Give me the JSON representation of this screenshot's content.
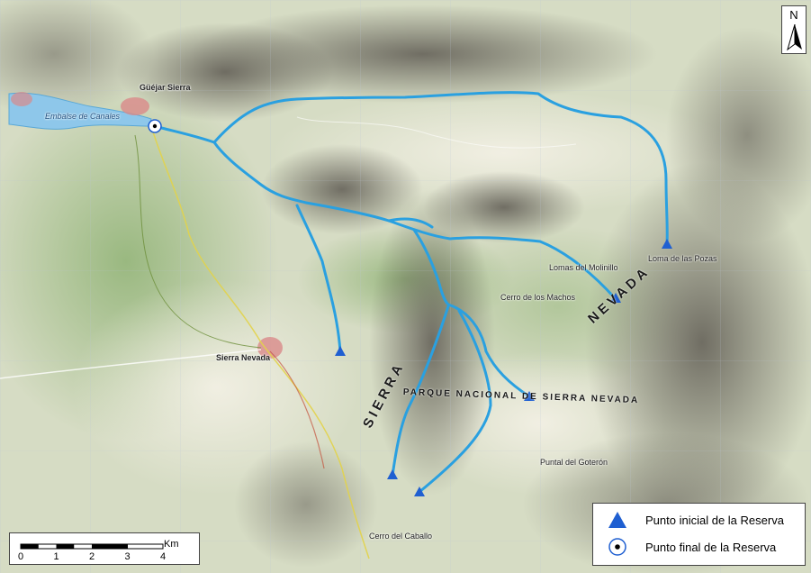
{
  "map": {
    "big_labels": [
      "SIERRA",
      "NEVADA",
      "PARQUE NACIONAL DE SIERRA NEVADA"
    ],
    "places": [
      "Güéjar Sierra",
      "Sierra Nevada",
      "Embalse de Canales",
      "Cerro del Caballo",
      "Puntal del Goterón",
      "Cerro de los Machos",
      "Loma de las Pozas",
      "Lomas del Molinillo"
    ]
  },
  "north_arrow": {
    "label": "N"
  },
  "scale_bar": {
    "ticks": [
      "0",
      "1",
      "2",
      "3",
      "4"
    ],
    "unit": "Km"
  },
  "legend": {
    "start_label": "Punto inicial de la Reserva",
    "end_label": "Punto final de la Reserva",
    "start_color": "#1f5fd1",
    "route_color": "#2aa0e0"
  }
}
